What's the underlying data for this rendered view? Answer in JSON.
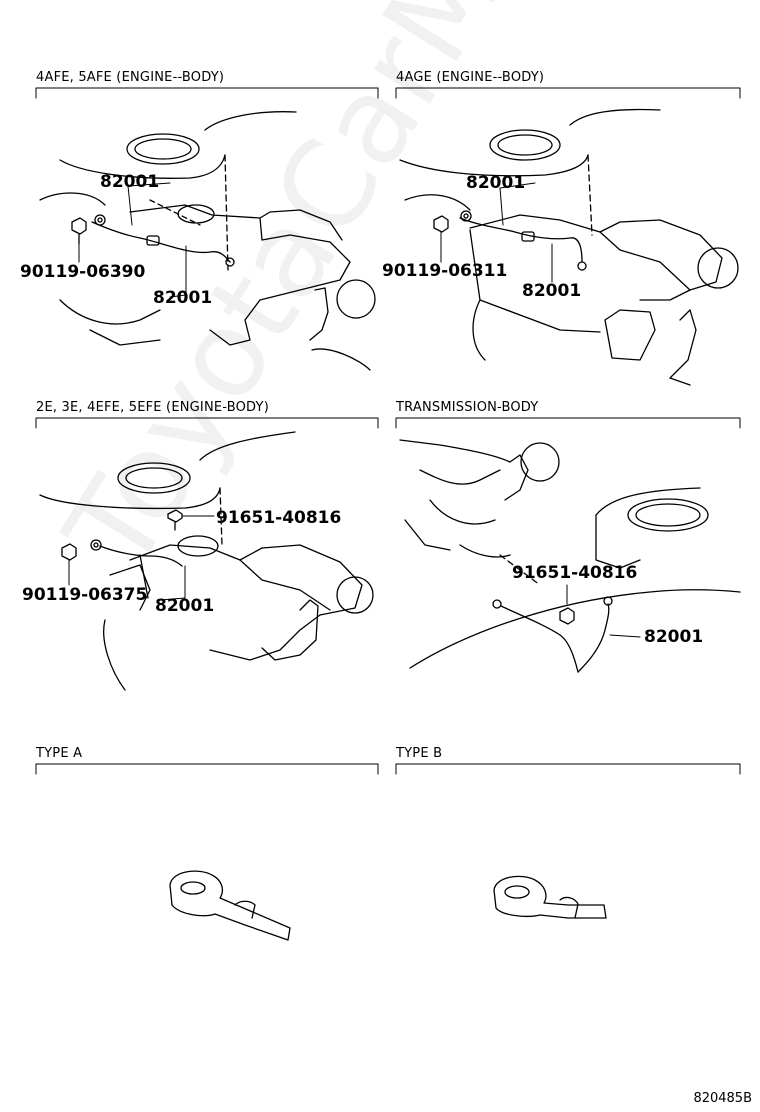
{
  "panels": {
    "p1": {
      "title": "4AFE, 5AFE (ENGINE--BODY)"
    },
    "p2": {
      "title": "4AGE (ENGINE--BODY)"
    },
    "p3": {
      "title": "2E, 3E, 4EFE, 5EFE (ENGINE-BODY)"
    },
    "p4": {
      "title": "TRANSMISSION-BODY"
    },
    "p5": {
      "title": "TYPE A"
    },
    "p6": {
      "title": "TYPE B"
    }
  },
  "labels": {
    "p1_cable_top": "82001",
    "p1_bolt": "90119-06390",
    "p1_cable_bottom": "82001",
    "p2_cable_top": "82001",
    "p2_bolt": "90119-06311",
    "p2_cable_bottom": "82001",
    "p3_screw": "91651-40816",
    "p3_bolt": "90119-06375",
    "p3_cable": "82001",
    "p4_screw": "91651-40816",
    "p4_cable": "82001"
  },
  "watermark": "ToyotaCarMine.ru",
  "reference": "820485B"
}
